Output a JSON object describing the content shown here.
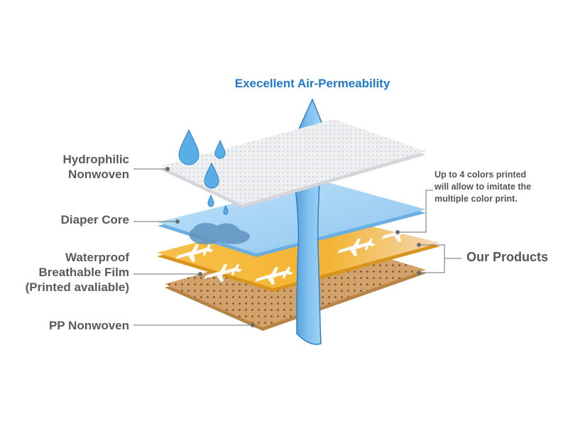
{
  "title": "Execellent Air-Permeability",
  "layers": [
    {
      "name": "hydrophilic",
      "label_lines": [
        "Hydrophilic",
        "Nonwoven"
      ]
    },
    {
      "name": "core",
      "label_lines": [
        "Diaper Core"
      ]
    },
    {
      "name": "film",
      "label_lines": [
        "Waterproof",
        "Breathable Film",
        "(Printed avaliable)"
      ]
    },
    {
      "name": "pp",
      "label_lines": [
        "PP Nonwoven"
      ]
    }
  ],
  "note_lines": [
    "Up to 4 colors printed",
    "will allow to imitate the",
    "multiple color print."
  ],
  "our_products": "Our Products",
  "colors": {
    "title_blue": "#1f78c8",
    "label_gray": "#5a5a5a",
    "top_sheet": "#e9eaec",
    "core_blue": "#9fcdf0",
    "film_orange": "#f4b431",
    "pp_brown": "#c8965b",
    "arrow_blue": "#5aa8e0"
  }
}
